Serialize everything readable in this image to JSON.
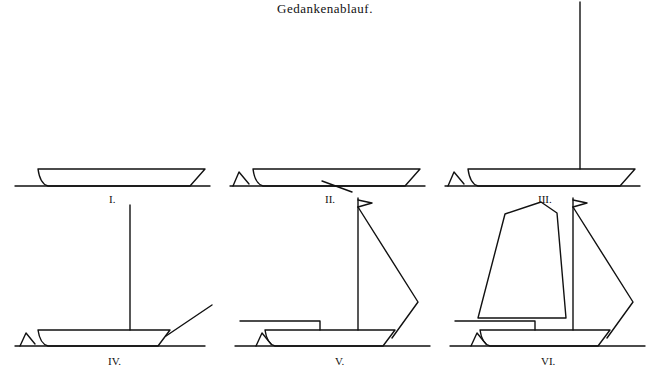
{
  "diagram": {
    "title": "Gedankenablauf.",
    "labels": [
      "I.",
      "II.",
      "III.",
      "IV.",
      "V.",
      "VI."
    ]
  }
}
